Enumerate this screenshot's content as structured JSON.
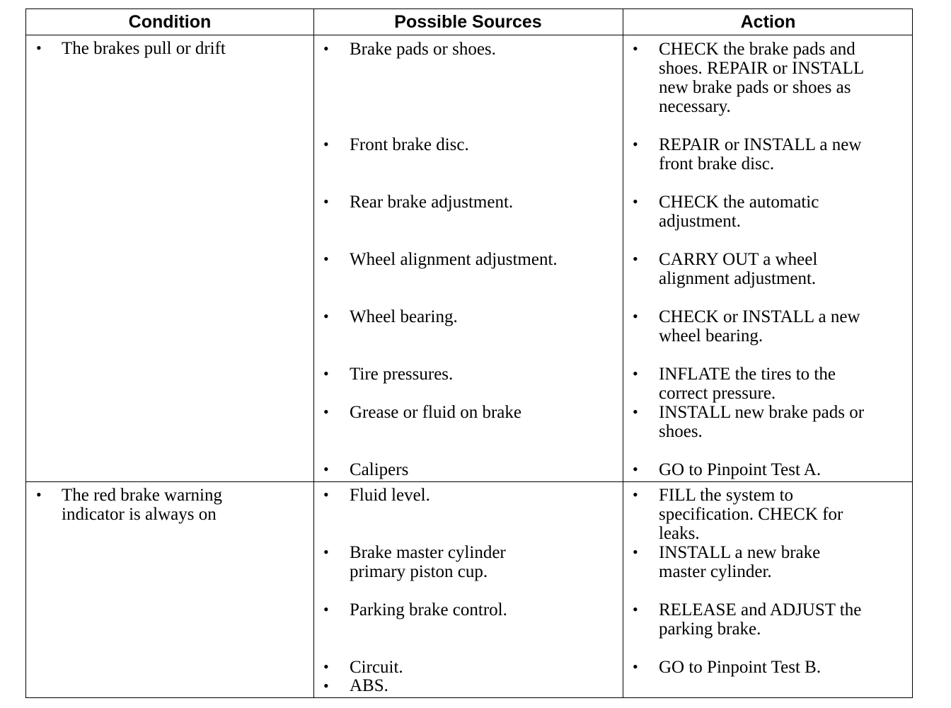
{
  "headers": {
    "condition": "Condition",
    "sources": "Possible Sources",
    "action": "Action"
  },
  "rows": [
    {
      "condition": "The brakes pull or drift",
      "items": [
        {
          "source": "Brake pads or shoes.",
          "action": "CHECK the brake pads and\nshoes. REPAIR or INSTALL\nnew brake pads or shoes as\nnecessary."
        },
        {
          "source": "Front brake disc.",
          "action": "REPAIR or INSTALL a new\nfront brake disc."
        },
        {
          "source": "Rear brake adjustment.",
          "action": "CHECK the automatic\nadjustment."
        },
        {
          "source": "Wheel alignment adjustment.",
          "action": "CARRY OUT a wheel\nalignment adjustment."
        },
        {
          "source": "Wheel bearing.",
          "action": "CHECK or INSTALL a new\nwheel bearing."
        },
        {
          "source": "Tire pressures.",
          "action": "INFLATE the tires to the\ncorrect pressure."
        },
        {
          "source": "Grease or fluid on brake",
          "action": "INSTALL new brake pads or\nshoes."
        },
        {
          "source": "Calipers",
          "action": "GO to Pinpoint Test A."
        }
      ]
    },
    {
      "condition": "The red brake warning\nindicator is always on",
      "items": [
        {
          "source": "Fluid level.",
          "action": "FILL the system to\nspecification. CHECK for\nleaks."
        },
        {
          "source": "Brake master cylinder\nprimary piston cup.",
          "action": "INSTALL a new brake\nmaster cylinder."
        },
        {
          "source": "Parking brake control.",
          "action": "RELEASE and ADJUST the\nparking brake."
        },
        {
          "source": "Circuit.",
          "action": "GO to Pinpoint Test B."
        },
        {
          "source": "ABS.",
          "action": ""
        }
      ]
    }
  ],
  "bullet_glyph": "•"
}
